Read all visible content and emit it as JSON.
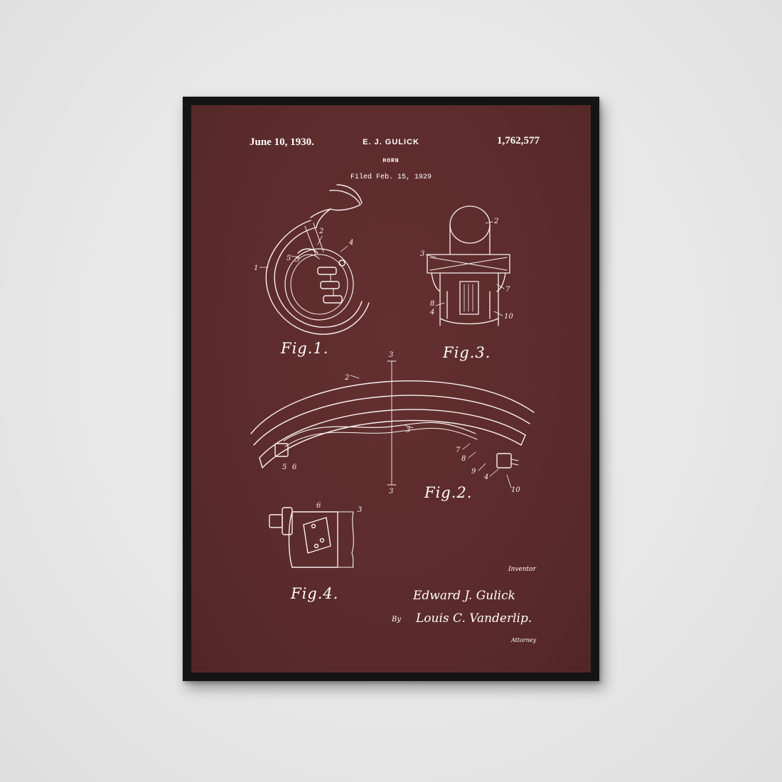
{
  "patent": {
    "date": "June 10, 1930.",
    "inventor": "E. J. GULICK",
    "number": "1,762,577",
    "title": "HORN",
    "filed": "Filed Feb. 15, 1929"
  },
  "figures": {
    "fig1": "Fig.1.",
    "fig2": "Fig.2.",
    "fig3": "Fig.3.",
    "fig4": "Fig.4."
  },
  "signatures": {
    "inventor_caption": "Inventor",
    "inventor_signature": "Edward J. Gulick",
    "by": "By",
    "attorney_signature": "Louis C. Vanderlip.",
    "attorney_caption": "Attorney"
  },
  "colors": {
    "wall": "#e9e9e9",
    "frame": "#141414",
    "poster": "#5c2b2b",
    "ink": "#ffffff"
  }
}
